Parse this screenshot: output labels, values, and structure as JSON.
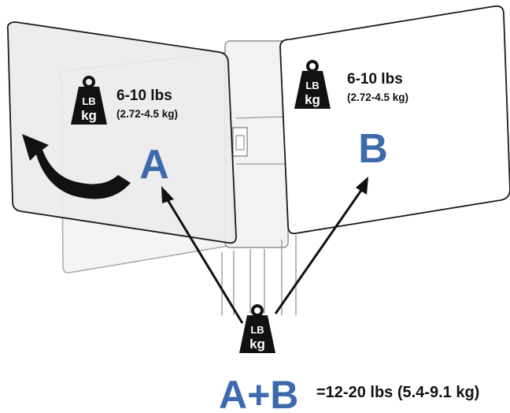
{
  "panel_a": {
    "weight_icon": {
      "icon": "kettlebell-weight-icon",
      "unit_top": "LB",
      "unit_bottom": "kg"
    },
    "weight_lbs": "6-10 lbs",
    "weight_kg": "(2.72-4.5 kg)",
    "letter": "A"
  },
  "panel_b": {
    "weight_icon": {
      "icon": "kettlebell-weight-icon",
      "unit_top": "LB",
      "unit_bottom": "kg"
    },
    "weight_lbs": "6-10 lbs",
    "weight_kg": "(2.72-4.5 kg)",
    "letter": "B"
  },
  "combined": {
    "weight_icon": {
      "icon": "kettlebell-weight-icon",
      "unit_top": "LB",
      "unit_bottom": "kg"
    },
    "label": "A+B",
    "total": "=12-20 lbs (5.4-9.1 kg)"
  },
  "colors": {
    "letter_blue": "#3d6aac",
    "ink": "#111111",
    "panel_front_fill": "#ededed",
    "panel_back_fill": "#f4f4f4"
  }
}
